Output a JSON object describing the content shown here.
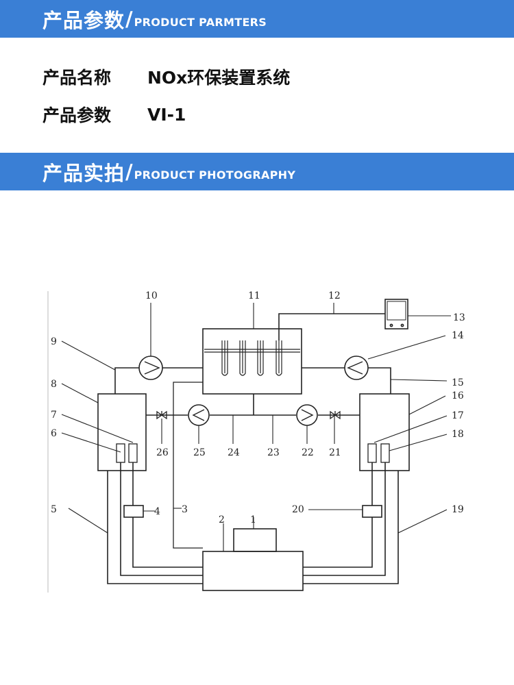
{
  "section_params": {
    "title_zh": "产品参数",
    "slash": "/",
    "title_en": "PRODUCT PARMTERS"
  },
  "product": {
    "name_label": "产品名称",
    "name_value": "NOx环保装置系统",
    "param_label": "产品参数",
    "param_value": "VI-1"
  },
  "section_photo": {
    "title_zh": "产品实拍",
    "slash": "/",
    "title_en": "PRODUCT PHOTOGRAPHY"
  },
  "diagram": {
    "labels": [
      "1",
      "2",
      "3",
      "4",
      "5",
      "6",
      "7",
      "8",
      "9",
      "10",
      "11",
      "12",
      "13",
      "14",
      "15",
      "16",
      "17",
      "18",
      "19",
      "20",
      "21",
      "22",
      "23",
      "24",
      "25",
      "26"
    ]
  },
  "colors": {
    "banner": "#3a7fd5",
    "line": "#222222"
  }
}
